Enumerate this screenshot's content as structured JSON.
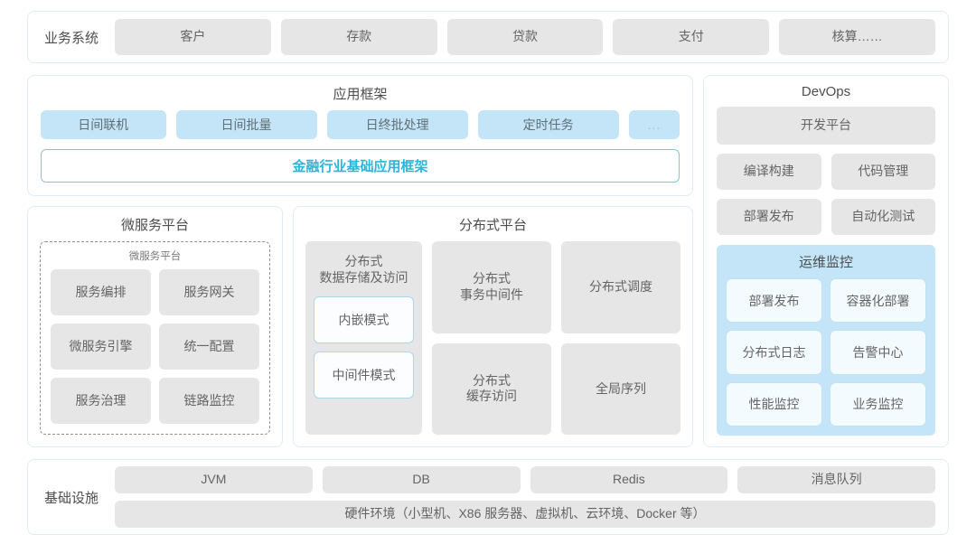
{
  "business": {
    "label": "业务系统",
    "items": [
      "客户",
      "存款",
      "贷款",
      "支付",
      "核算……"
    ]
  },
  "app_framework": {
    "title": "应用框架",
    "tags": [
      "日间联机",
      "日间批量",
      "日终批处理",
      "定时任务",
      "..."
    ],
    "band": "金融行业基础应用框架"
  },
  "microservice": {
    "title": "微服务平台",
    "inner_title": "微服务平台",
    "items": [
      "服务编排",
      "服务网关",
      "微服务引擎",
      "统一配置",
      "服务治理",
      "链路监控"
    ]
  },
  "distributed": {
    "title": "分布式平台",
    "col1": {
      "title": "分布式\n数据存储及访问",
      "modes": [
        "内嵌模式",
        "中间件模式"
      ]
    },
    "cells": [
      "分布式\n事务中间件",
      "分布式调度",
      "分布式\n缓存访问",
      "全局序列"
    ]
  },
  "devops": {
    "title": "DevOps",
    "platform": "开发平台",
    "pairs": [
      [
        "编译构建",
        "代码管理"
      ],
      [
        "部署发布",
        "自动化测试"
      ]
    ],
    "ops": {
      "title": "运维监控",
      "items": [
        "部署发布",
        "容器化部署",
        "分布式日志",
        "告警中心",
        "性能监控",
        "业务监控"
      ]
    }
  },
  "infrastructure": {
    "label": "基础设施",
    "items": [
      "JVM",
      "DB",
      "Redis",
      "消息队列"
    ],
    "hardware": "硬件环境（小型机、X86 服务器、虚拟机、云环境、Docker 等）"
  },
  "colors": {
    "card_border": "#dcedf4",
    "chip_gray": "#e6e6e6",
    "chip_blue": "#c3e5f7",
    "accent_teal": "#29b6d8"
  }
}
